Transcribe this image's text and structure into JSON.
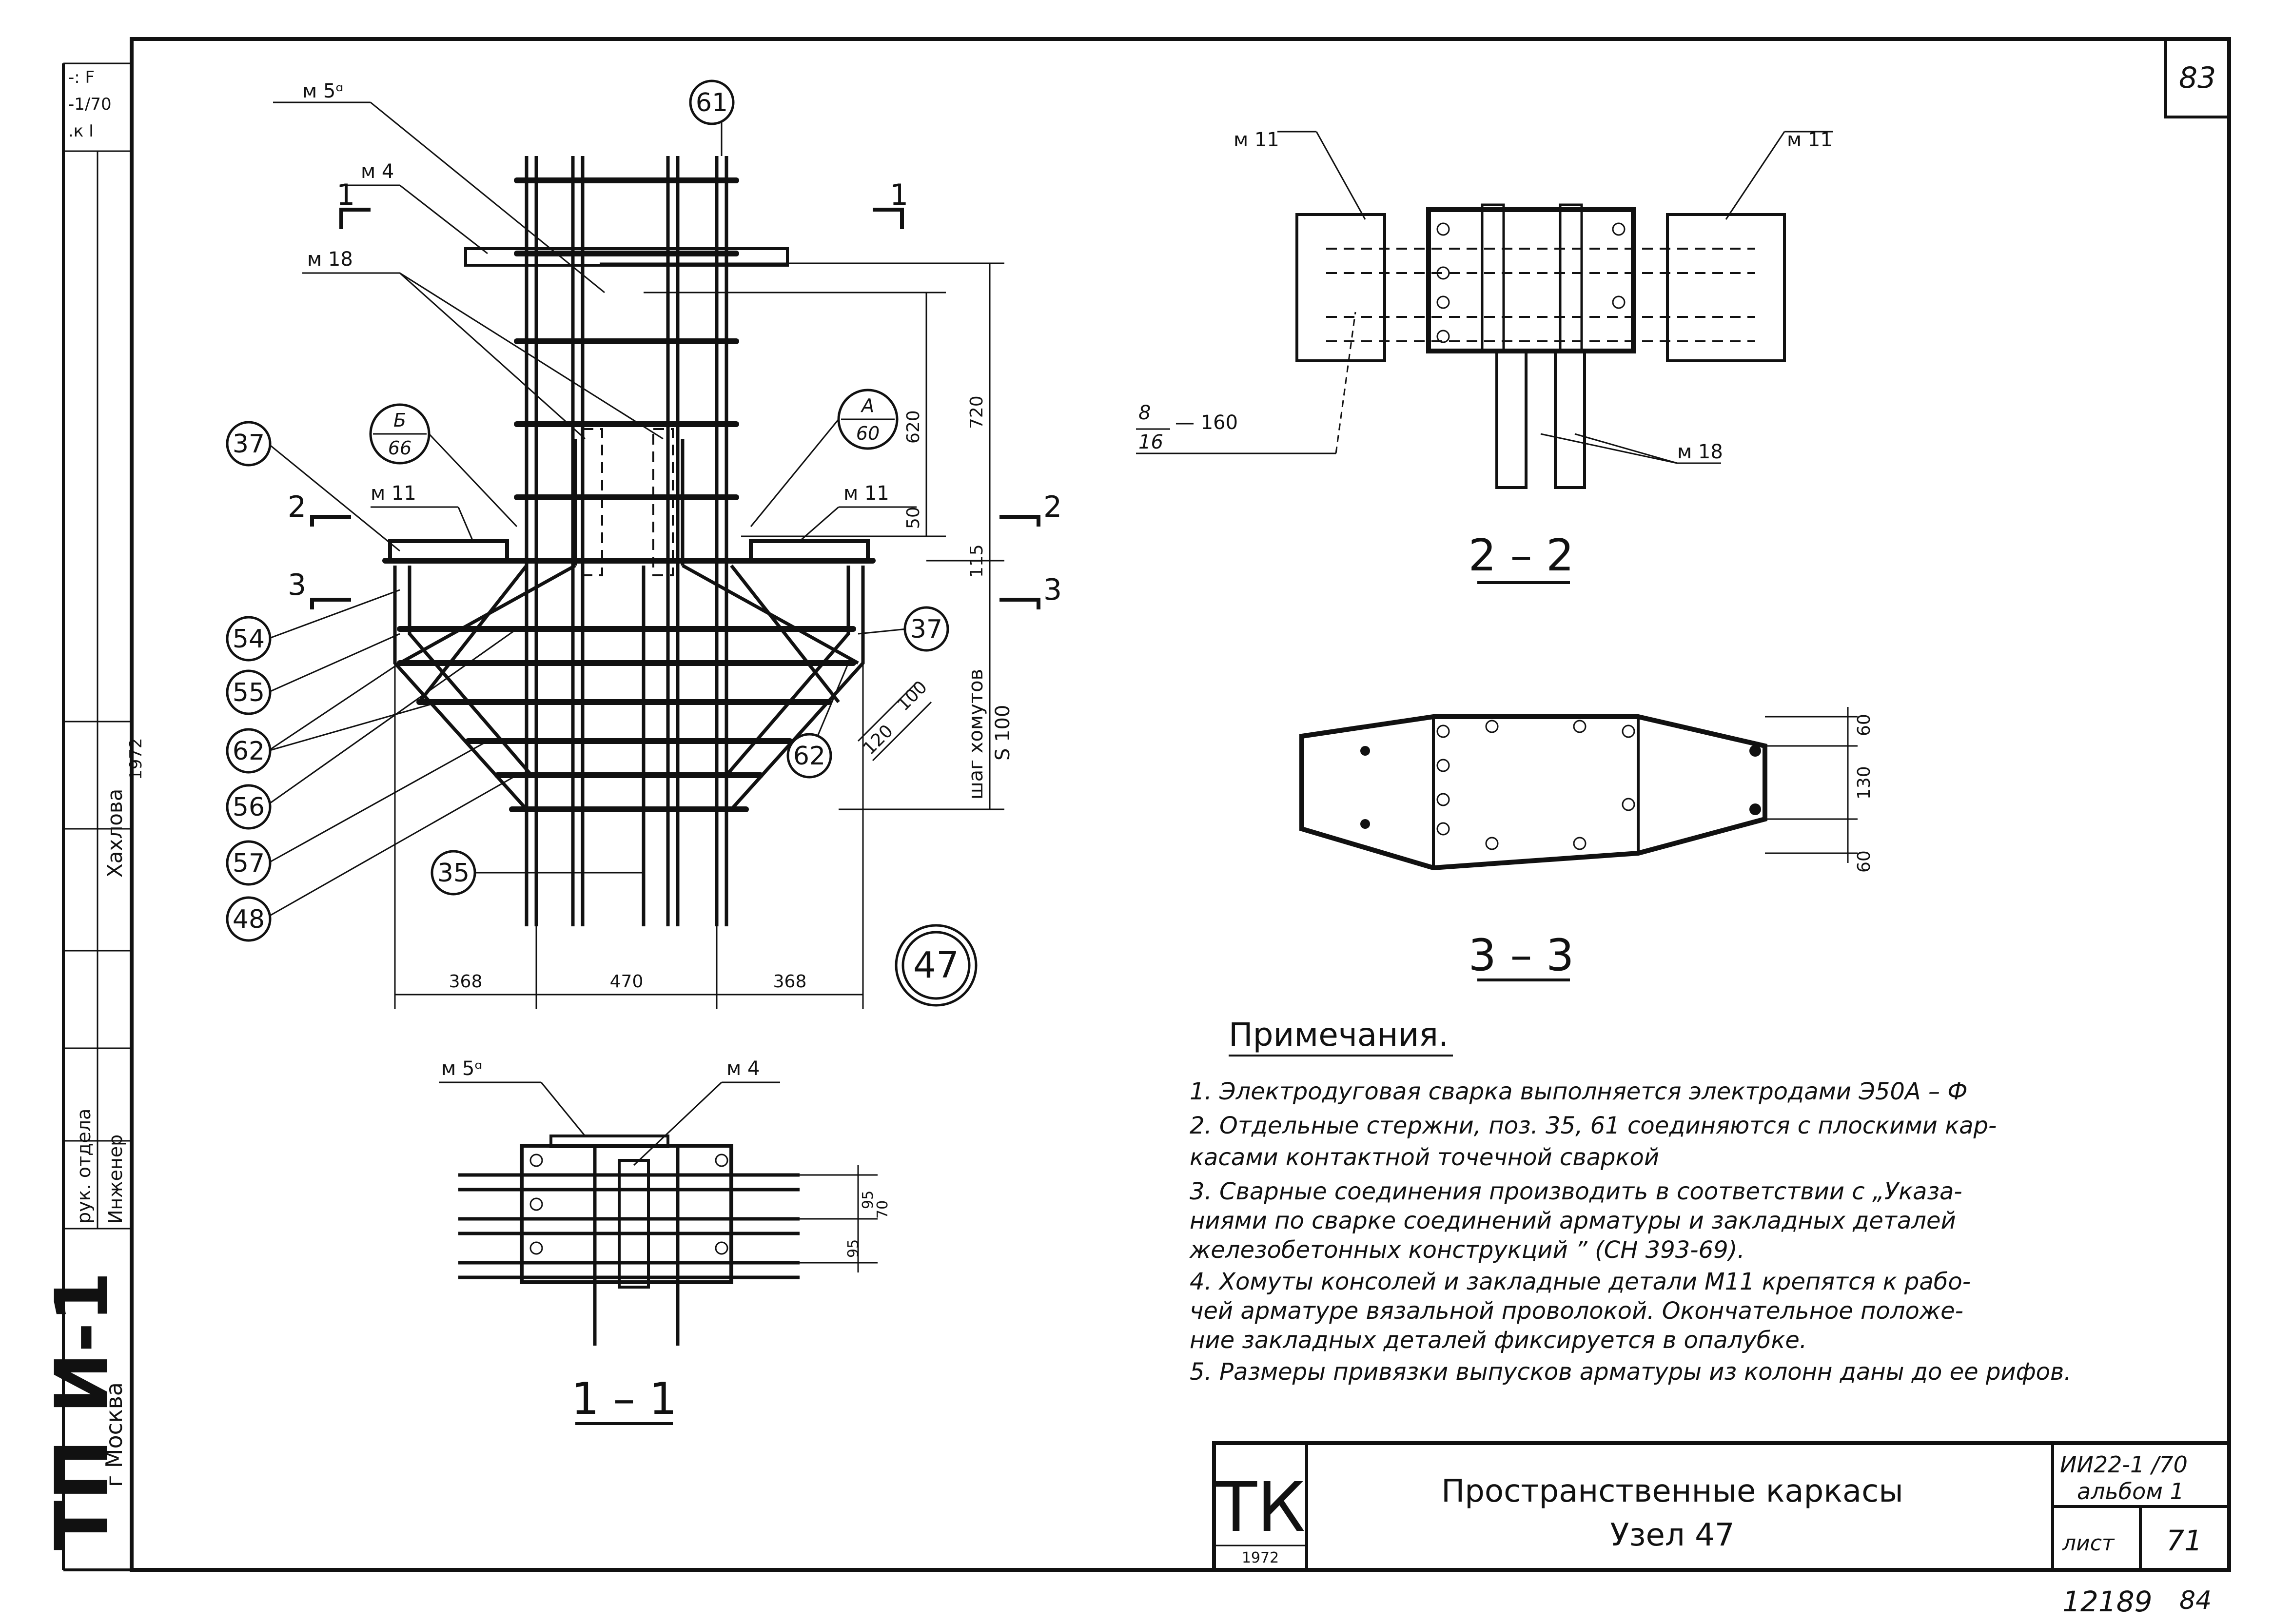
{
  "sheet": {
    "corner_number": "83",
    "bottom_number_left": "12189",
    "bottom_number_right": "84"
  },
  "left_strip": {
    "top_codes": [
      "-: F",
      "-1/70",
      ".к I"
    ],
    "series_mark": "ТП И-1",
    "city": "г Москва",
    "signatures": [
      "рук. отдела",
      "Инженер",
      "Хахлова",
      "1972"
    ]
  },
  "main_view": {
    "node_number": "47",
    "position_labels": [
      "37",
      "54",
      "55",
      "62",
      "56",
      "57",
      "48",
      "35",
      "61",
      "37",
      "62"
    ],
    "part_labels": {
      "m5a": "м 5ᵅ",
      "m4": "м 4",
      "m18": "м 18",
      "m11_left": "м 11",
      "m11_right": "м 11"
    },
    "section_marks": {
      "s1_left": "1",
      "s1_right": "1",
      "s2_left": "2",
      "s2_right": "2",
      "s3_left": "3",
      "s3_right": "3"
    },
    "callout_b": {
      "top": "Б",
      "bottom": "66"
    },
    "callout_a": {
      "top": "А",
      "bottom": "60"
    },
    "dims_vertical": {
      "d620": "620",
      "d720": "720",
      "d50": "50",
      "d115": "115",
      "d120": "120",
      "d100": "100"
    },
    "pitch_label": "шаг хомутов",
    "pitch_value": "S 100",
    "dims_horizontal": {
      "left": "368",
      "mid": "470",
      "right": "368"
    }
  },
  "section_2_2": {
    "title": "2 – 2",
    "labels": {
      "m11_left": "м 11",
      "m11_right": "м 11",
      "m18": "м 18"
    },
    "weld_top": "8",
    "weld_bottom": "16",
    "weld_pitch": "— 160"
  },
  "section_3_3": {
    "title": "3 – 3",
    "dims": {
      "top": "60",
      "mid": "130",
      "bottom": "60"
    }
  },
  "section_1_1": {
    "title": "1 – 1",
    "labels": {
      "m5a": "м 5ᵅ",
      "m4": "м 4"
    },
    "dims": {
      "a": "95",
      "b": "95",
      "c": "70"
    }
  },
  "notes": {
    "heading": "Примечания.",
    "items": [
      "1.  Электродуговая сварка выполняется электродами Э50А – Ф",
      "2.  Отдельные стержни, поз. 35, 61 соединяются с плоскими кар-",
      "     касами контактной точечной сваркой",
      "3.  Сварные соединения производить в соответствии с „Указа-",
      "     ниями по сварке соединений арматуры и закладных деталей",
      "     железобетонных конструкций ” (СН 393-69).",
      "4.  Хомуты консолей и закладные детали М11 крепятся к рабо-",
      "     чей арматуре вязальной проволокой. Окончательное положе-",
      "     ние закладных деталей фиксируется в опалубке.",
      "5.  Размеры привязки выпусков арматуры из колонн даны до ее рифов."
    ]
  },
  "title_block": {
    "logo": "ТК",
    "year": "1972",
    "title_line1": "Пространственные   каркасы",
    "title_line2": "Узел  47",
    "code": "ИИ22-1 /70",
    "album": "альбом 1",
    "sheet_label": "лист",
    "sheet_no": "71"
  }
}
